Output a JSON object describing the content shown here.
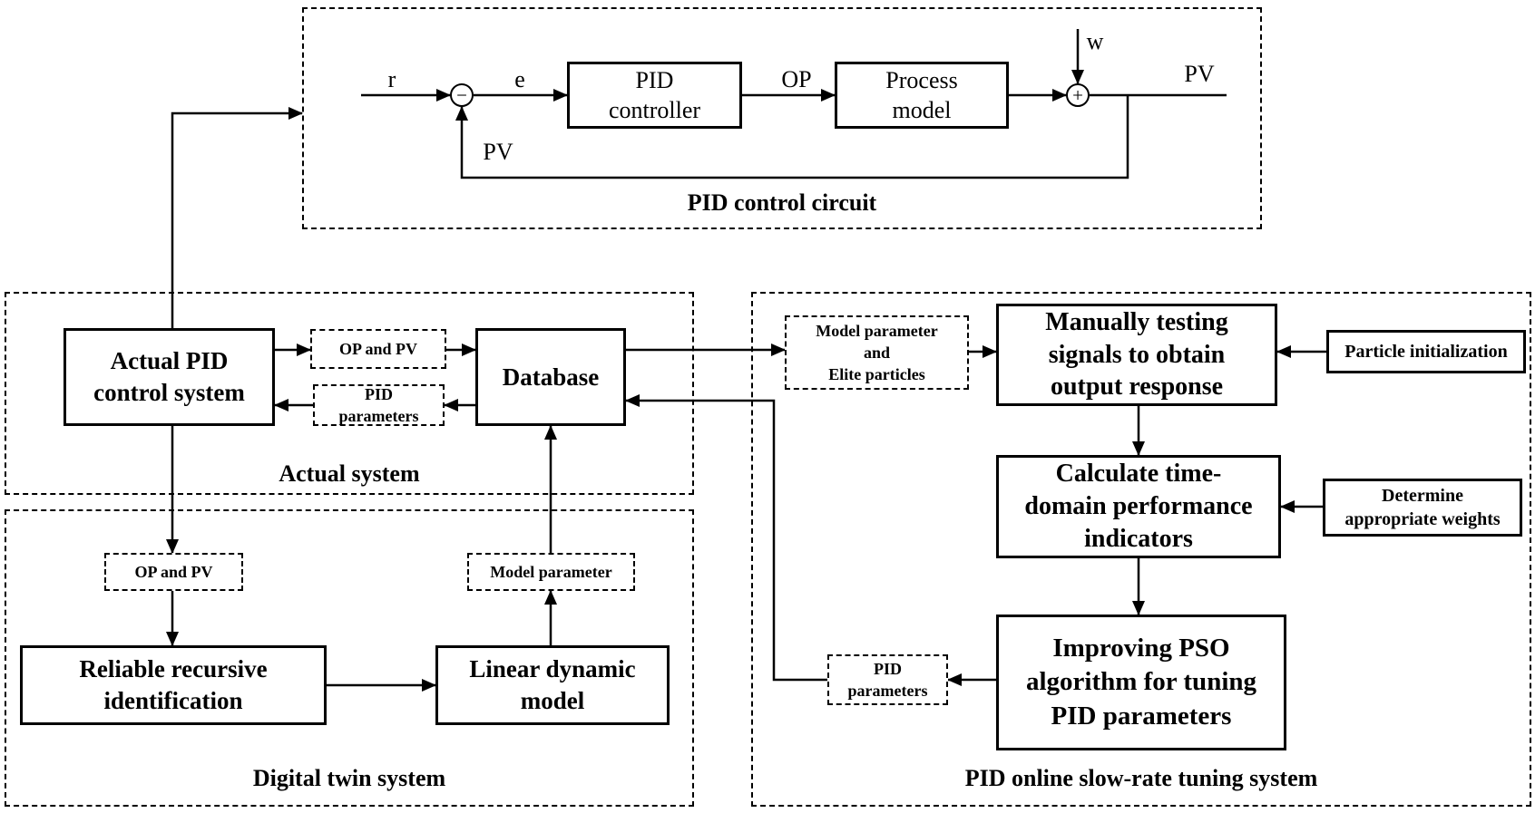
{
  "colors": {
    "line": "#000000",
    "background": "#ffffff"
  },
  "pid_circuit": {
    "title": "PID control circuit",
    "input_label": "r",
    "error_label": "e",
    "op_label": "OP",
    "disturbance_label": "w",
    "output_label": "PV",
    "feedback_label": "PV",
    "minus_sign": "−",
    "plus_sign": "+",
    "controller_block": "PID\ncontroller",
    "process_block": "Process\nmodel"
  },
  "actual_system": {
    "title": "Actual system",
    "actual_pid_block": "Actual PID\ncontrol system",
    "op_pv_tag": "OP and PV",
    "pid_params_tag": "PID\nparameters",
    "database_block": "Database"
  },
  "digital_twin": {
    "title": "Digital twin system",
    "op_pv_tag": "OP and PV",
    "identification_block": "Reliable recursive\nidentification",
    "model_block": "Linear dynamic\nmodel",
    "model_param_tag": "Model parameter"
  },
  "tuning_system": {
    "title": "PID online slow-rate tuning system",
    "model_param_elite_tag": "Model parameter\nand\nElite particles",
    "manual_testing_block": "Manually testing\nsignals to obtain\noutput response",
    "particle_init_block": "Particle initialization",
    "time_domain_block": "Calculate time-\ndomain performance\nindicators",
    "weights_block": "Determine\nappropriate weights",
    "pso_block": "Improving PSO\nalgorithm for tuning\nPID parameters",
    "pid_params_tag": "PID\nparameters"
  }
}
